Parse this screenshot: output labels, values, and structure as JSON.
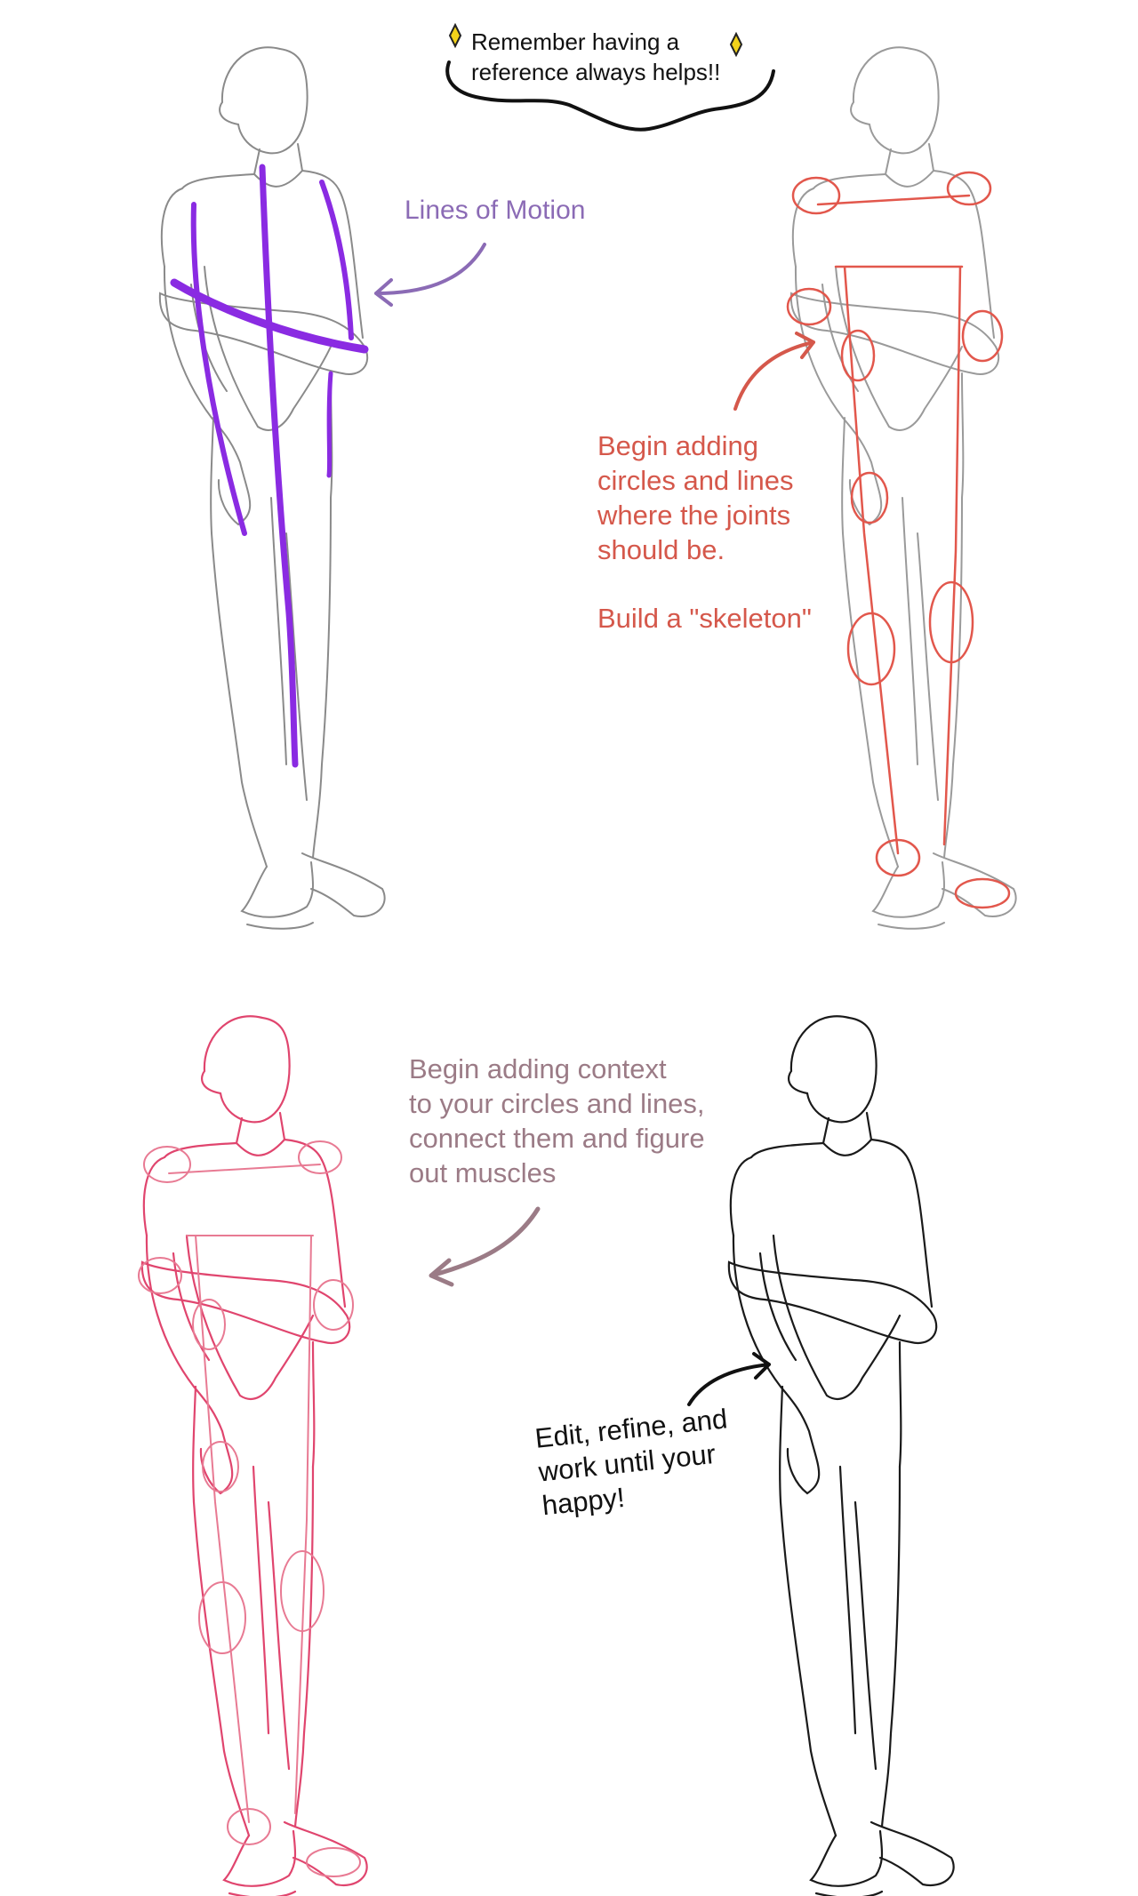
{
  "notes": {
    "reference": "Remember having a\nreference always helps!!",
    "motion": "Lines of Motion",
    "skeleton": "Begin adding\ncircles and lines\nwhere the joints\nshould be.",
    "skeleton_2": "Build a \"skeleton\"",
    "context": "Begin adding context\nto your circles and lines,\nconnect them and figure\nout muscles",
    "refine": "Edit, refine, and\nwork until your\nhappy!"
  },
  "colors": {
    "sketch_gray": "#8a8a8a",
    "motion_purple": "#8a2be2",
    "motion_label": "#8b6bb5",
    "skeleton_red": "#e2574c",
    "skeleton_label": "#d5584b",
    "context_pink": "#e0456e",
    "context_label": "#9b7b86",
    "final_ink": "#1a1a1a",
    "star_yellow": "#f2d21b"
  },
  "icons": {
    "sparkle": "sparkle-icon",
    "arrow": "hand-drawn-arrow-icon"
  }
}
